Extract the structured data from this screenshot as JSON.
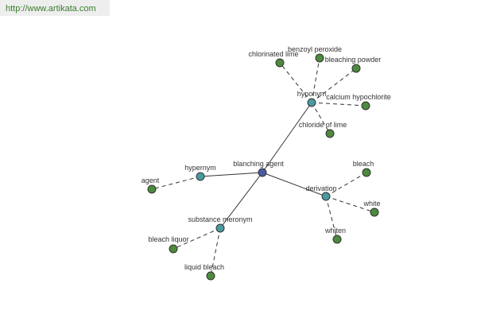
{
  "source_url": "http://www.artikata.com",
  "colors": {
    "center": "#4a5aa0",
    "relation": "#4a9aa0",
    "term": "#4d8a3d"
  },
  "nodes": [
    {
      "id": "center",
      "label": "blanching agent",
      "kind": "center"
    },
    {
      "id": "hyponym",
      "label": "hyponym",
      "kind": "relation"
    },
    {
      "id": "hypernym",
      "label": "hypernym",
      "kind": "relation"
    },
    {
      "id": "derivation",
      "label": "derivation",
      "kind": "relation"
    },
    {
      "id": "substance_meronym",
      "label": "substance meronym",
      "kind": "relation"
    },
    {
      "id": "chlorinated_lime",
      "label": "chlorinated lime",
      "kind": "term"
    },
    {
      "id": "benzoyl_peroxide",
      "label": "benzoyl peroxide",
      "kind": "term"
    },
    {
      "id": "bleaching_powder",
      "label": "bleaching powder",
      "kind": "term"
    },
    {
      "id": "calcium_hypochlorite",
      "label": "calcium hypochlorite",
      "kind": "term"
    },
    {
      "id": "chloride_of_lime",
      "label": "chloride of lime",
      "kind": "term"
    },
    {
      "id": "agent",
      "label": "agent",
      "kind": "term"
    },
    {
      "id": "bleach",
      "label": "bleach",
      "kind": "term"
    },
    {
      "id": "white",
      "label": "white",
      "kind": "term"
    },
    {
      "id": "whiten",
      "label": "whiten",
      "kind": "term"
    },
    {
      "id": "bleach_liquor",
      "label": "bleach liquor",
      "kind": "term"
    },
    {
      "id": "liquid_bleach",
      "label": "liquid bleach",
      "kind": "term"
    }
  ],
  "edges": [
    {
      "from": "center",
      "to": "hyponym",
      "style": "solid"
    },
    {
      "from": "center",
      "to": "hypernym",
      "style": "solid"
    },
    {
      "from": "center",
      "to": "derivation",
      "style": "solid"
    },
    {
      "from": "center",
      "to": "substance_meronym",
      "style": "solid"
    },
    {
      "from": "hyponym",
      "to": "chlorinated_lime",
      "style": "dashed"
    },
    {
      "from": "hyponym",
      "to": "benzoyl_peroxide",
      "style": "dashed"
    },
    {
      "from": "hyponym",
      "to": "bleaching_powder",
      "style": "dashed"
    },
    {
      "from": "hyponym",
      "to": "calcium_hypochlorite",
      "style": "dashed"
    },
    {
      "from": "hyponym",
      "to": "chloride_of_lime",
      "style": "dashed"
    },
    {
      "from": "hypernym",
      "to": "agent",
      "style": "dashed"
    },
    {
      "from": "derivation",
      "to": "bleach",
      "style": "dashed"
    },
    {
      "from": "derivation",
      "to": "white",
      "style": "dashed"
    },
    {
      "from": "derivation",
      "to": "whiten",
      "style": "dashed"
    },
    {
      "from": "substance_meronym",
      "to": "bleach_liquor",
      "style": "dashed"
    },
    {
      "from": "substance_meronym",
      "to": "liquid_bleach",
      "style": "dashed"
    }
  ]
}
